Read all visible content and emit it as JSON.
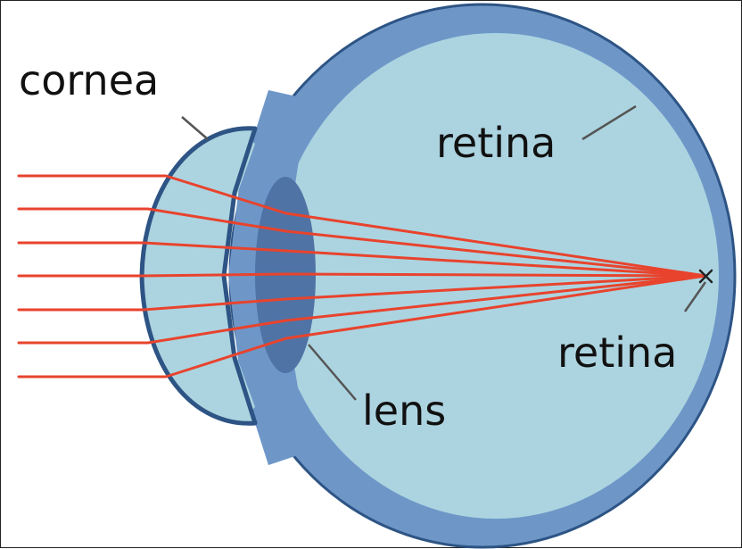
{
  "labels": {
    "cornea": "cornea",
    "retina_top": "retina",
    "retina_focus": "retina",
    "lens": "lens"
  },
  "colors": {
    "sclera": "#6e97c8",
    "sclera_outline": "#2d5484",
    "vitreous": "#acd4e0",
    "lens": "#4f73a5",
    "rays": "#e8432d",
    "leader_lines": "#555555",
    "focus_mark": "#222222"
  },
  "rays": {
    "count": 7,
    "converge_to": "focal point on retina"
  },
  "icons": {
    "focus_mark": "x-mark"
  }
}
